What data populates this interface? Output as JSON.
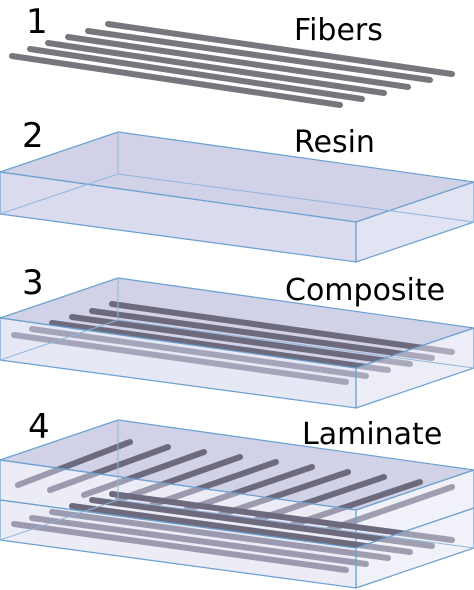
{
  "steps": [
    {
      "number": "1",
      "name": "Fibers"
    },
    {
      "number": "2",
      "name": "Resin"
    },
    {
      "number": "3",
      "name": "Composite"
    },
    {
      "number": "4",
      "name": "Laminate"
    }
  ],
  "colors": {
    "fiber": "#77767d",
    "resin_top": "#c9cae4",
    "resin_front": "#d4d5ec",
    "edge": "#6aa0d0"
  }
}
